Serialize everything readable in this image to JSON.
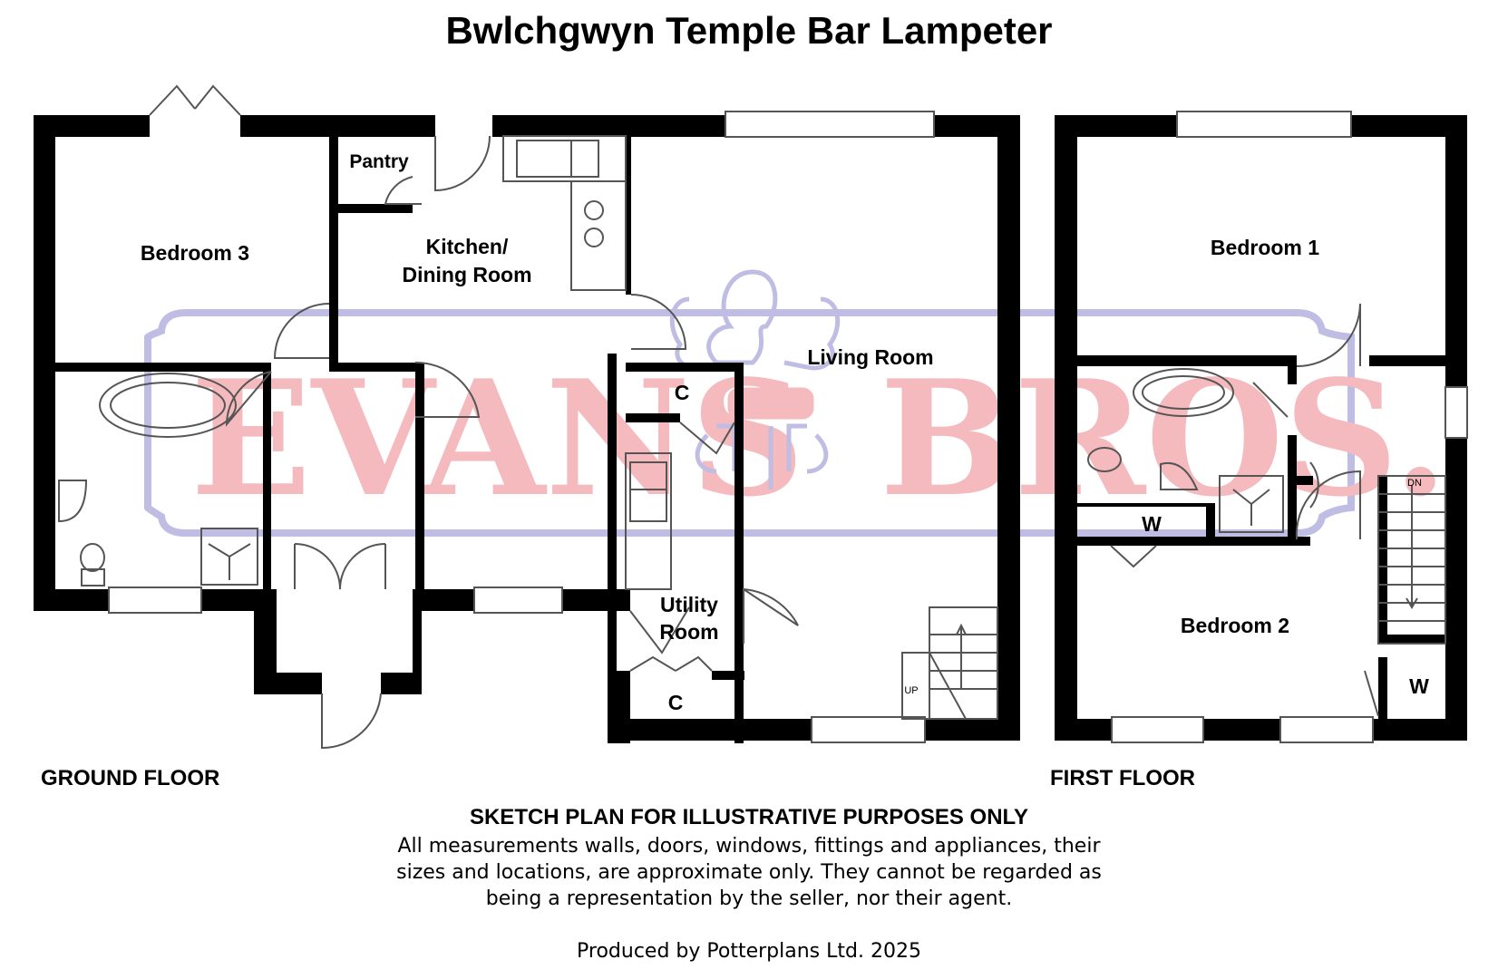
{
  "title": "Bwlchgwyn Temple Bar Lampeter",
  "floors": {
    "ground": "GROUND FLOOR",
    "first": "FIRST FLOOR"
  },
  "rooms": {
    "bedroom3": "Bedroom 3",
    "pantry": "Pantry",
    "kitchen_line1": "Kitchen/",
    "kitchen_line2": "Dining Room",
    "living": "Living Room",
    "cupboard_a": "C",
    "cupboard_b": "C",
    "utility_line1": "Utility",
    "utility_line2": "Room",
    "bedroom1": "Bedroom 1",
    "bedroom2": "Bedroom 2",
    "wardrobe_a": "W",
    "wardrobe_b": "W",
    "stairs_up": "UP",
    "stairs_down": "DN"
  },
  "watermark": {
    "word1": "EVANS",
    "word2": "BROS.",
    "text_color": "#f4b3b8",
    "frame_color": "#b9b6e0"
  },
  "disclaimer": {
    "heading": "SKETCH PLAN FOR ILLUSTRATIVE PURPOSES ONLY",
    "line1": "All measurements walls, doors, windows, fittings and appliances, their",
    "line2": "sizes and locations, are approximate only. They cannot be regarded as",
    "line3": "being a representation by the seller, nor their agent.",
    "produced_by": "Produced by Potterplans Ltd. 2025"
  },
  "colors": {
    "wall": "#000000",
    "line": "#555555"
  }
}
